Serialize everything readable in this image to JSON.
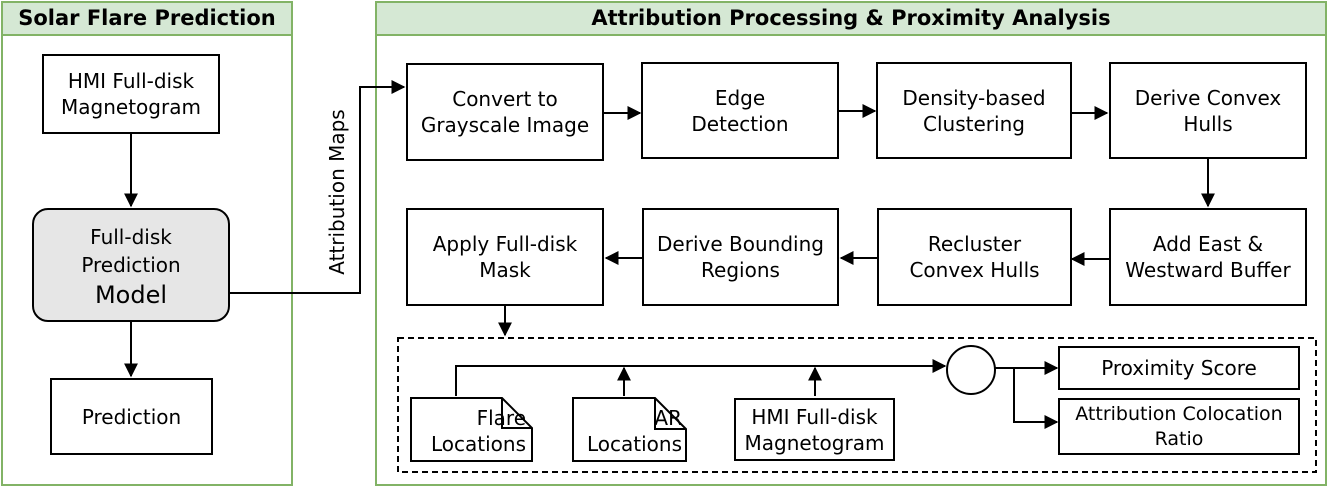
{
  "panels": {
    "left_title": "Solar Flare Prediction",
    "right_title": "Attribution Processing & Proximity Analysis"
  },
  "left": {
    "input": "HMI Full-disk\nMagnetogram",
    "model_line1": "Full-disk",
    "model_line2": "Prediction",
    "model_line3": "Model",
    "output": "Prediction"
  },
  "edge_label": "Attribution Maps",
  "pipeline": {
    "grayscale": "Convert to\nGrayscale Image",
    "edge": "Edge\nDetection",
    "density": "Density-based\nClustering",
    "convex": "Derive Convex\nHulls",
    "buffer": "Add East &\nWestward Buffer",
    "recluster": "Recluster\nConvex Hulls",
    "bounding": "Derive Bounding\nRegions",
    "mask": "Apply Full-disk\nMask"
  },
  "analysis": {
    "flare": "Flare\nLocations",
    "ar": "AR\nLocations",
    "hmi": "HMI Full-disk\nMagnetogram",
    "proximity": "Proximity Score",
    "colocation": "Attribution Colocation\nRatio"
  },
  "colors": {
    "panel_border": "#82b366",
    "panel_header": "#d5e8d4",
    "model_fill": "#e6e6e6"
  }
}
